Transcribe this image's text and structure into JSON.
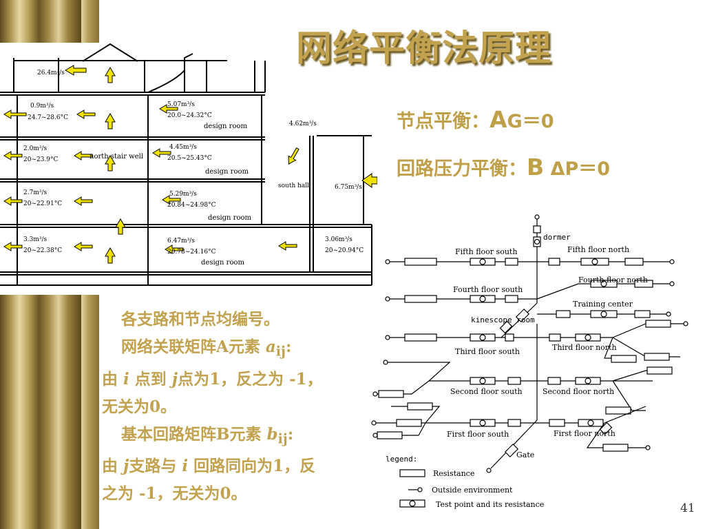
{
  "title": "网络平衡法原理",
  "formulas": {
    "node_label": "节点平衡：",
    "node_a": "A",
    "node_rest": "G＝0",
    "loop_label": "回路压力平衡：",
    "loop_b": "B",
    "loop_rest": " ΔP＝0"
  },
  "description": {
    "line1": "各支路和节点均编号。",
    "line2_pre": "网络关联矩阵A元素 ",
    "line2_var": "a",
    "line2_sub": "ij",
    "line2_post": ":",
    "line3_a": "由 ",
    "line3_i": "i",
    "line3_b": " 点到 ",
    "line3_j": "j",
    "line3_c": "点为1，反之为 -1，",
    "line4": "无关为0。",
    "line5_pre": "基本回路矩阵B元素 ",
    "line5_var": "b",
    "line5_sub": "ij",
    "line5_post": ":",
    "line6_a": "由 ",
    "line6_j": "j",
    "line6_b": "支路与 ",
    "line6_i": "i",
    "line6_c": " 回路同向为1，反",
    "line7": "之为 -1，无关为0。"
  },
  "building": {
    "top_flow": "26.4m³/s",
    "north_stair_well": "north stair well",
    "south_hall": "south hall",
    "east_in": "6.75m³/s",
    "duct_flow": "4.62m³/s",
    "left_rooms": [
      {
        "flow": "0.9m³/s",
        "temp": "24.7~28.6°C"
      },
      {
        "flow": "2.0m³/s",
        "temp": "20~23.9°C"
      },
      {
        "flow": "2.7m³/s",
        "temp": "20~22.91°C"
      },
      {
        "flow": "3.3m³/s",
        "temp": "20~22.38°C"
      }
    ],
    "design_rooms": [
      {
        "flow": "5.07m³/s",
        "temp": "20.0~24.32°C",
        "label": "design room"
      },
      {
        "flow": "4.45m³/s",
        "temp": "20.5~25.43°C",
        "label": "design room"
      },
      {
        "flow": "5.29m³/s",
        "temp": "20.84~24.98°C",
        "label": "design room"
      },
      {
        "flow": "6.47m³/s",
        "temp": "20.78~24.16°C",
        "label": "design room"
      }
    ],
    "south_room": {
      "flow": "3.06m³/s",
      "temp": "20~20.94°C"
    }
  },
  "network": {
    "dormer": "dormer",
    "fifth_south": "Fifth floor south",
    "fifth_north": "Fifth floor north",
    "fourth_south": "Fourth floor south",
    "fourth_north": "Fourth floor north",
    "training_center": "Training center",
    "kinescope_room": "kinescope room",
    "third_south": "Third floor south",
    "third_north": "Third floor north",
    "second_south": "Second floor south",
    "second_north": "Second floor north",
    "first_south": "First floor south",
    "first_north": "First floor north",
    "gate": "Gate",
    "legend_title": "legend:",
    "legend_resistance": "Resistance",
    "legend_outside": "Outside environment",
    "legend_test": "Test point and its resistance"
  },
  "page_number": "41",
  "colors": {
    "title": "#c2a24e",
    "text_gold": "#bf9f48",
    "arrow_yellow": "#f2e200"
  }
}
